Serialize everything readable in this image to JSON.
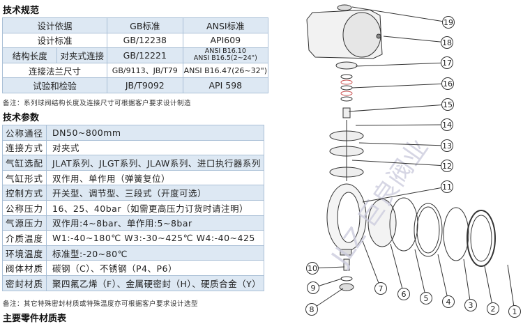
{
  "spec": {
    "title": "技术规范",
    "rows": [
      [
        "设计依据",
        "GB标准",
        "ANSI标准"
      ],
      [
        "设计标准",
        "GB/12238",
        "API609"
      ],
      [
        "结构长度",
        "对夹式连接",
        "GB/12221",
        "ANSI B16.10",
        "ANSI B16.5(2~24\")"
      ],
      [
        "连接法兰尺寸",
        "GB/9113、JB/T79",
        "ANSI B16.47(26~32\")"
      ],
      [
        "试验和检验",
        "JB/T9092",
        "API 598"
      ]
    ],
    "note": "备注：系列球阀结构长度及连接尺寸可根据客户要求设计制造"
  },
  "params": {
    "title": "技术参数",
    "rows": [
      {
        "k": "公称通径",
        "v": "DN50~800mm"
      },
      {
        "k": "连接方式",
        "v": "对夹式"
      },
      {
        "k": "气缸选配",
        "v": "JLAT系列、JLGT系列、JLAW系列、进口执行器系列"
      },
      {
        "k": "气缸形式",
        "v": "双作用、单作用（弹簧复位）"
      },
      {
        "k": "控制方式",
        "v": "开关型、调节型、三段式（开度可选）"
      },
      {
        "k": "公称压力",
        "v": "16、25、40bar（如需更高压力订货时请注明）"
      },
      {
        "k": "气源压力",
        "v": "双作用:4~8bar、单作用:5~8bar"
      },
      {
        "k": "介质温度",
        "v": "W1:-40~180℃   W3:-30~425℃   W4:-40~425"
      },
      {
        "k": "环境温度",
        "v": "标准型:-20~80℃"
      },
      {
        "k": "阀体材质",
        "v": "碳钢（C）、不锈钢（P4、P6）"
      },
      {
        "k": "密封材质",
        "v": "聚四氟乙烯（F）、金属硬密封（H）、硬质合金（Y）"
      }
    ],
    "note": "备注：其它特殊密封材质或特殊温度亦可根据客户要求设计选型"
  },
  "parts_title": "主要零件材质表",
  "diagram": {
    "callouts": [
      "1",
      "2",
      "3",
      "4",
      "5",
      "6",
      "7",
      "8",
      "9",
      "10",
      "11",
      "12",
      "13",
      "14",
      "15",
      "16",
      "17",
      "18",
      "19"
    ],
    "watermark": "JLZ 巨良阀业"
  }
}
